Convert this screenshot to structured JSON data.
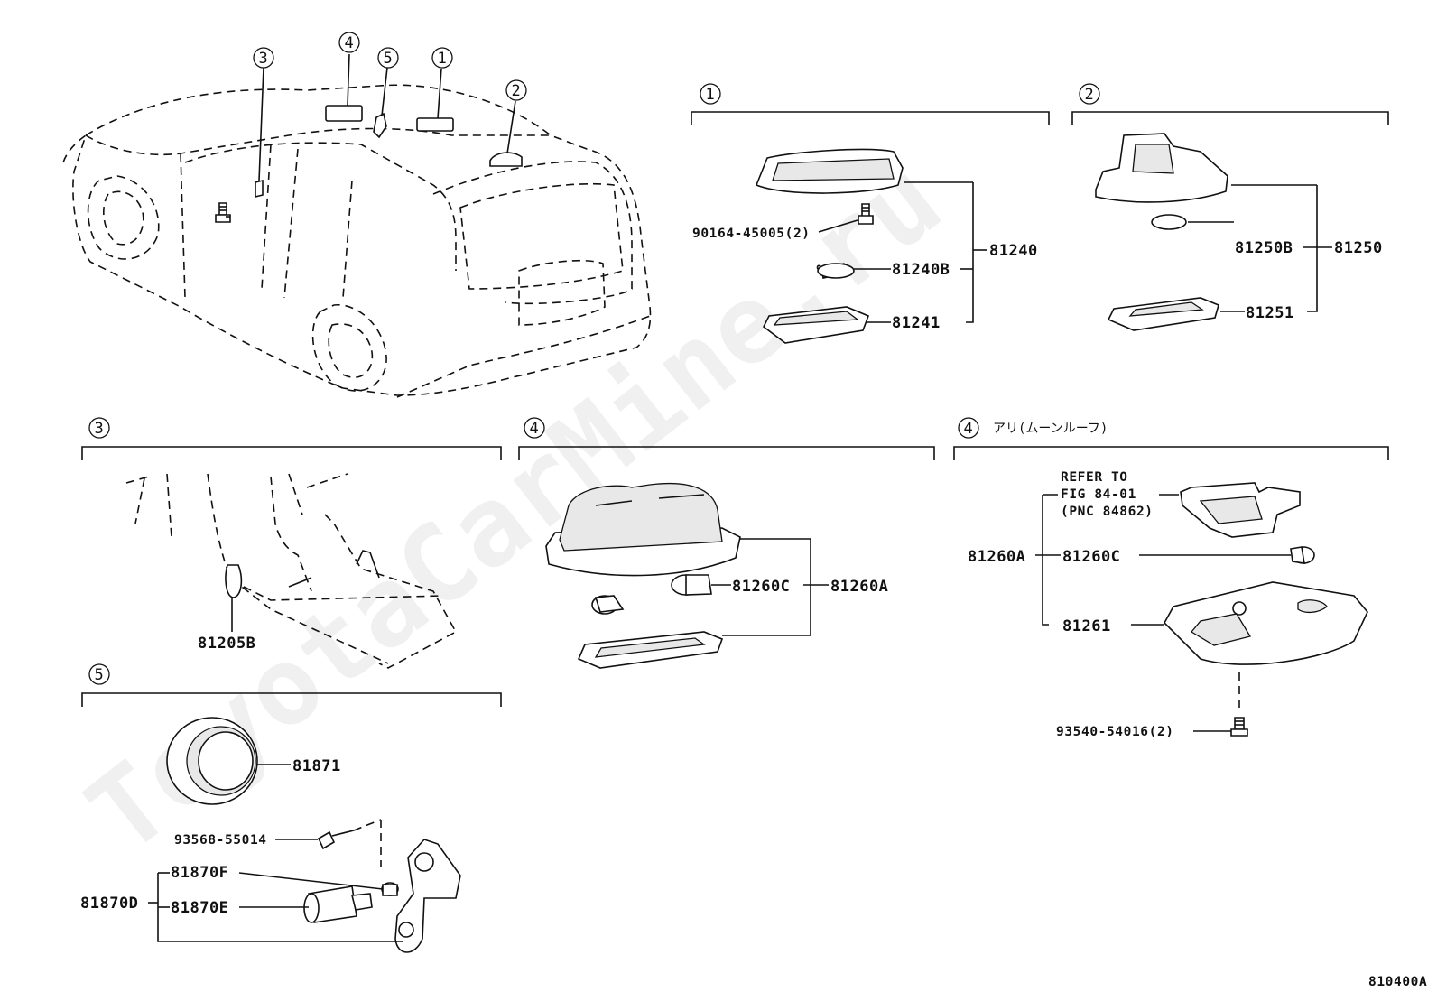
{
  "watermark": "ToyotaCarMine.ru",
  "figure_code": "810400A",
  "overview": {
    "callouts": [
      "3",
      "4",
      "5",
      "1",
      "2"
    ]
  },
  "groups": {
    "g1": {
      "num": "1",
      "parts": {
        "p1": "90164-45005(2)",
        "p2": "81240B",
        "p3": "81241",
        "p4": "81240"
      }
    },
    "g2": {
      "num": "2",
      "parts": {
        "p1": "81250B",
        "p2": "81250",
        "p3": "81251"
      }
    },
    "g3": {
      "num": "3",
      "parts": {
        "p1": "81205B"
      }
    },
    "g4": {
      "num": "4",
      "parts": {
        "p1": "81260C",
        "p2": "81260A"
      }
    },
    "g4b": {
      "num": "4",
      "note": "アリ(ムーンルーフ)",
      "refer": {
        "line1": "REFER TO",
        "line2": "FIG 84-01",
        "line3": "(PNC 84862)"
      },
      "parts": {
        "p1": "81260A",
        "p2": "81260C",
        "p3": "81261",
        "p4": "93540-54016(2)"
      }
    },
    "g5": {
      "num": "5",
      "parts": {
        "p1": "81871",
        "p2": "93568-55014",
        "p3": "81870F",
        "p4": "81870D",
        "p5": "81870E"
      }
    }
  }
}
